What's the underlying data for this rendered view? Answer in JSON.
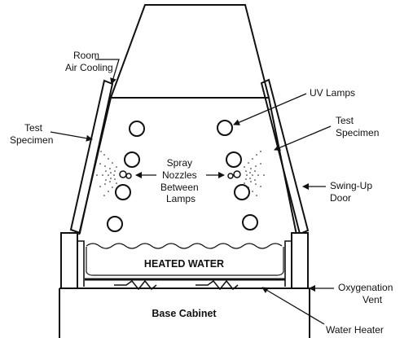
{
  "labels": {
    "room_air_cooling": [
      "Room",
      "Air Cooling"
    ],
    "test_specimen_left": [
      "Test",
      "Specimen"
    ],
    "uv_lamps": "UV Lamps",
    "test_specimen_right": [
      "Test",
      "Specimen"
    ],
    "spray_nozzles": [
      "Spray",
      "Nozzles",
      "Between",
      "Lamps"
    ],
    "swing_up_door": [
      "Swing-Up",
      "Door"
    ],
    "heated_water": "HEATED WATER",
    "oxygenation_vent": [
      "Oxygenation",
      "Vent"
    ],
    "base_cabinet": "Base Cabinet",
    "water_heater": "Water Heater"
  },
  "colors": {
    "ink": "#111111",
    "background": "#ffffff"
  }
}
